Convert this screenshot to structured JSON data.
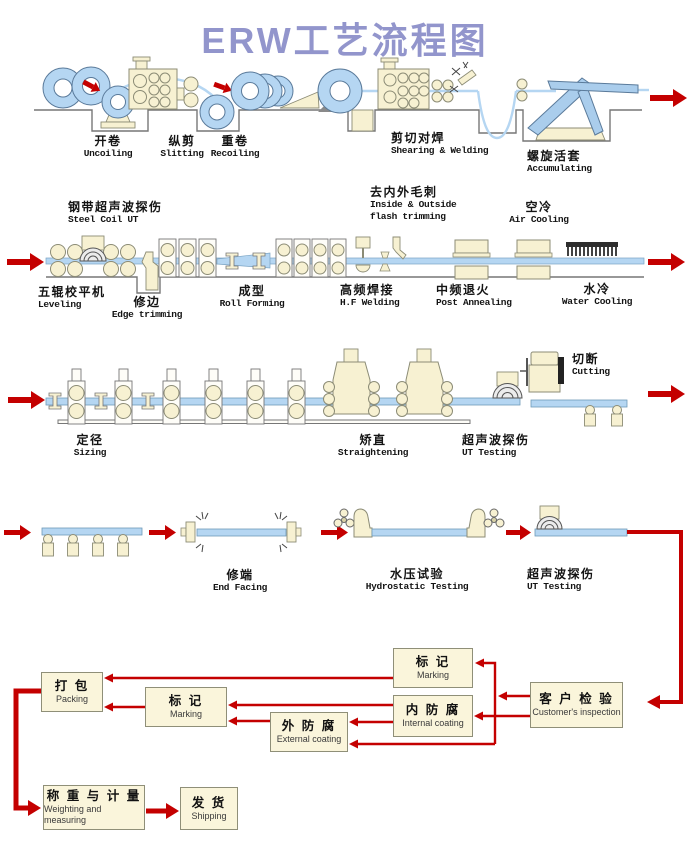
{
  "title": "ERW工艺流程图",
  "colors": {
    "title_purple": "#9295cc",
    "arrow_red": "#c40000",
    "coil_blue": "#b5d6f2",
    "machine_cream": "#f7f1d2",
    "box_fill": "#faf5db"
  },
  "stations": {
    "uncoiling": {
      "cn": "开卷",
      "en": "Uncoiling"
    },
    "slitting": {
      "cn": "纵剪",
      "en": "Slitting"
    },
    "recoiling": {
      "cn": "重卷",
      "en": "Recoiling"
    },
    "shearing_welding": {
      "cn": "剪切对焊",
      "en": "Shearing & Welding"
    },
    "accumulating": {
      "cn": "螺旋活套",
      "en": "Accumulating"
    },
    "steel_coil_ut": {
      "cn": "钢带超声波探伤",
      "en": "Steel Coil UT"
    },
    "leveling": {
      "cn": "五辊校平机",
      "en": "Leveling"
    },
    "edge_trimming": {
      "cn": "修边",
      "en": "Edge trimming"
    },
    "roll_forming": {
      "cn": "成型",
      "en": "Roll Forming"
    },
    "hf_welding": {
      "cn": "高频焊接",
      "en": "H.F Welding"
    },
    "flash_trimming": {
      "cn": "去内外毛刺",
      "en_line1": "Inside & Outside",
      "en_line2": "flash trimming"
    },
    "post_annealing": {
      "cn": "中频退火",
      "en": "Post Annealing"
    },
    "air_cooling": {
      "cn": "空冷",
      "en": "Air Cooling"
    },
    "water_cooling": {
      "cn": "水冷",
      "en": "Water Cooling"
    },
    "sizing": {
      "cn": "定径",
      "en": "Sizing"
    },
    "straightening": {
      "cn": "矫直",
      "en": "Straightening"
    },
    "ut_testing_line": {
      "cn": "超声波探伤",
      "en": "UT Testing"
    },
    "cutting": {
      "cn": "切断",
      "en": "Cutting"
    },
    "end_facing": {
      "cn": "修端",
      "en": "End Facing"
    },
    "hydrostatic_testing": {
      "cn": "水压试验",
      "en": "Hydrostatic Testing"
    },
    "ut_testing_pipe": {
      "cn": "超声波探伤",
      "en": "UT Testing"
    }
  },
  "flow_boxes": {
    "marking_upper": {
      "cn": "标 记",
      "en": "Marking"
    },
    "internal_coating": {
      "cn": "内 防 腐",
      "en": "Internal coating"
    },
    "customer_inspection": {
      "cn": "客 户 检 验",
      "en": "Customer's inspection"
    },
    "external_coating": {
      "cn": "外 防 腐",
      "en": "External coating"
    },
    "marking_lower": {
      "cn": "标 记",
      "en": "Marking"
    },
    "packing": {
      "cn": "打 包",
      "en": "Packing"
    },
    "weighting": {
      "cn": "称 重 与 计 量",
      "en": "Weighting and measuring"
    },
    "shipping": {
      "cn": "发 货",
      "en": "Shipping"
    }
  }
}
